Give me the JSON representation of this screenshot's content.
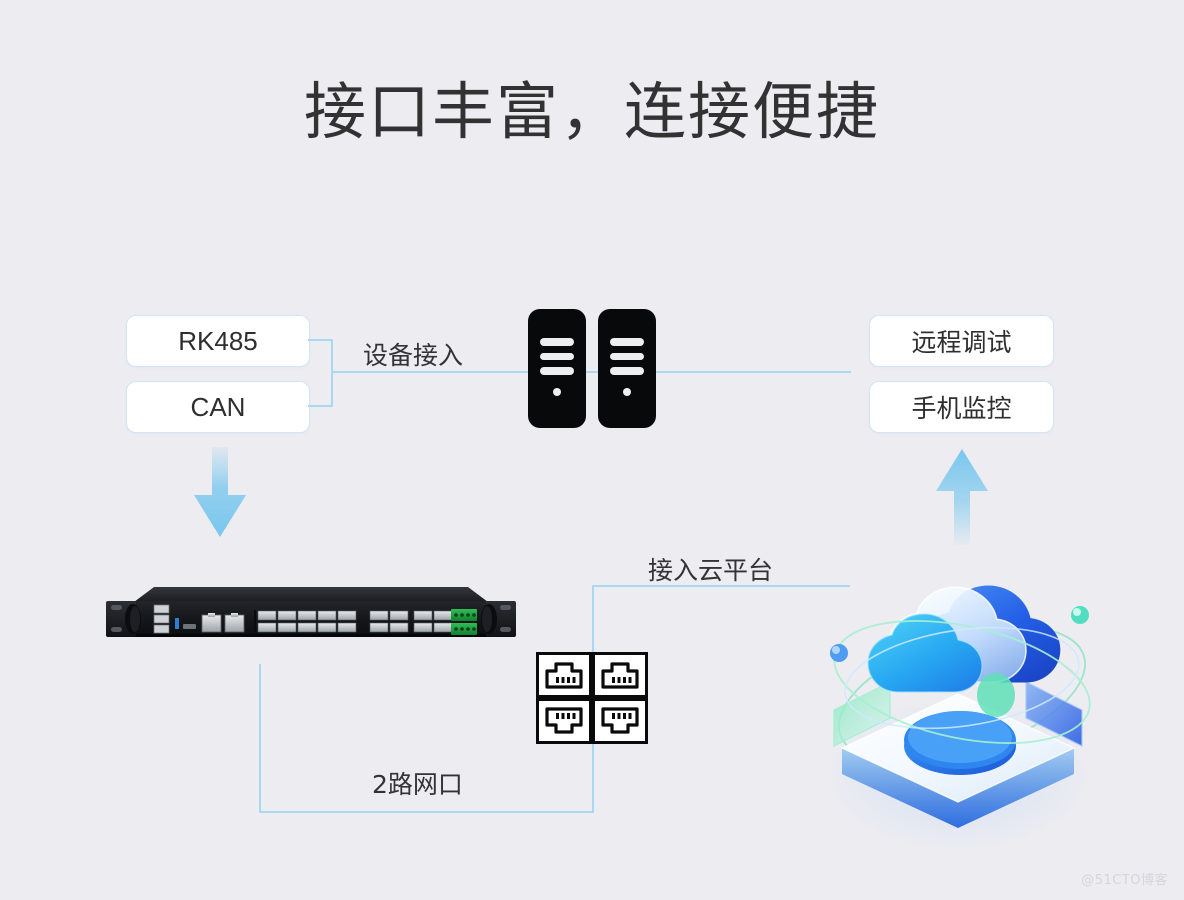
{
  "page": {
    "title": "接口丰富，连接便捷",
    "background_color": "#edecf1",
    "accent_line_color": "#a9d8f2",
    "arrow_color": "#79c7ee",
    "watermark": "@51CTO博客"
  },
  "inputs": {
    "items": [
      {
        "label": "RK485",
        "name": "rk485"
      },
      {
        "label": "CAN",
        "name": "can"
      }
    ],
    "group_label": "设备接入"
  },
  "outputs": {
    "items": [
      {
        "label": "远程调试",
        "name": "remote-debug"
      },
      {
        "label": "手机监控",
        "name": "mobile-monitor"
      }
    ]
  },
  "connections": {
    "cloud_label": "接入云平台",
    "network_label": "2路网口"
  },
  "icons": {
    "servers": {
      "name": "server-rack-icon",
      "count": 2,
      "slots_per_tower": 3
    },
    "rj45": {
      "name": "rj45-port-icon",
      "count": 4
    },
    "arrow_down": "arrow-down-icon",
    "arrow_up": "arrow-up-icon"
  },
  "device": {
    "name": "rackmount-network-switch",
    "ports": {
      "usb_stack": 3,
      "usb3": 1,
      "hdmi": 1,
      "rj45_mgmt": 2,
      "rj45_pairs": 12,
      "terminal_blocks": 2
    },
    "colors": {
      "chassis": "#17181c",
      "port": "#d8dadd",
      "terminal": "#16a34a",
      "usb3": "#2a7fd4"
    }
  },
  "cloud_illustration": {
    "name": "cloud-platform-illustration",
    "colors": {
      "deep_blue": "#1f5fe0",
      "bright_blue": "#29a9f2",
      "mint": "#5fe0b6",
      "glass": "#eaf4fd"
    }
  }
}
